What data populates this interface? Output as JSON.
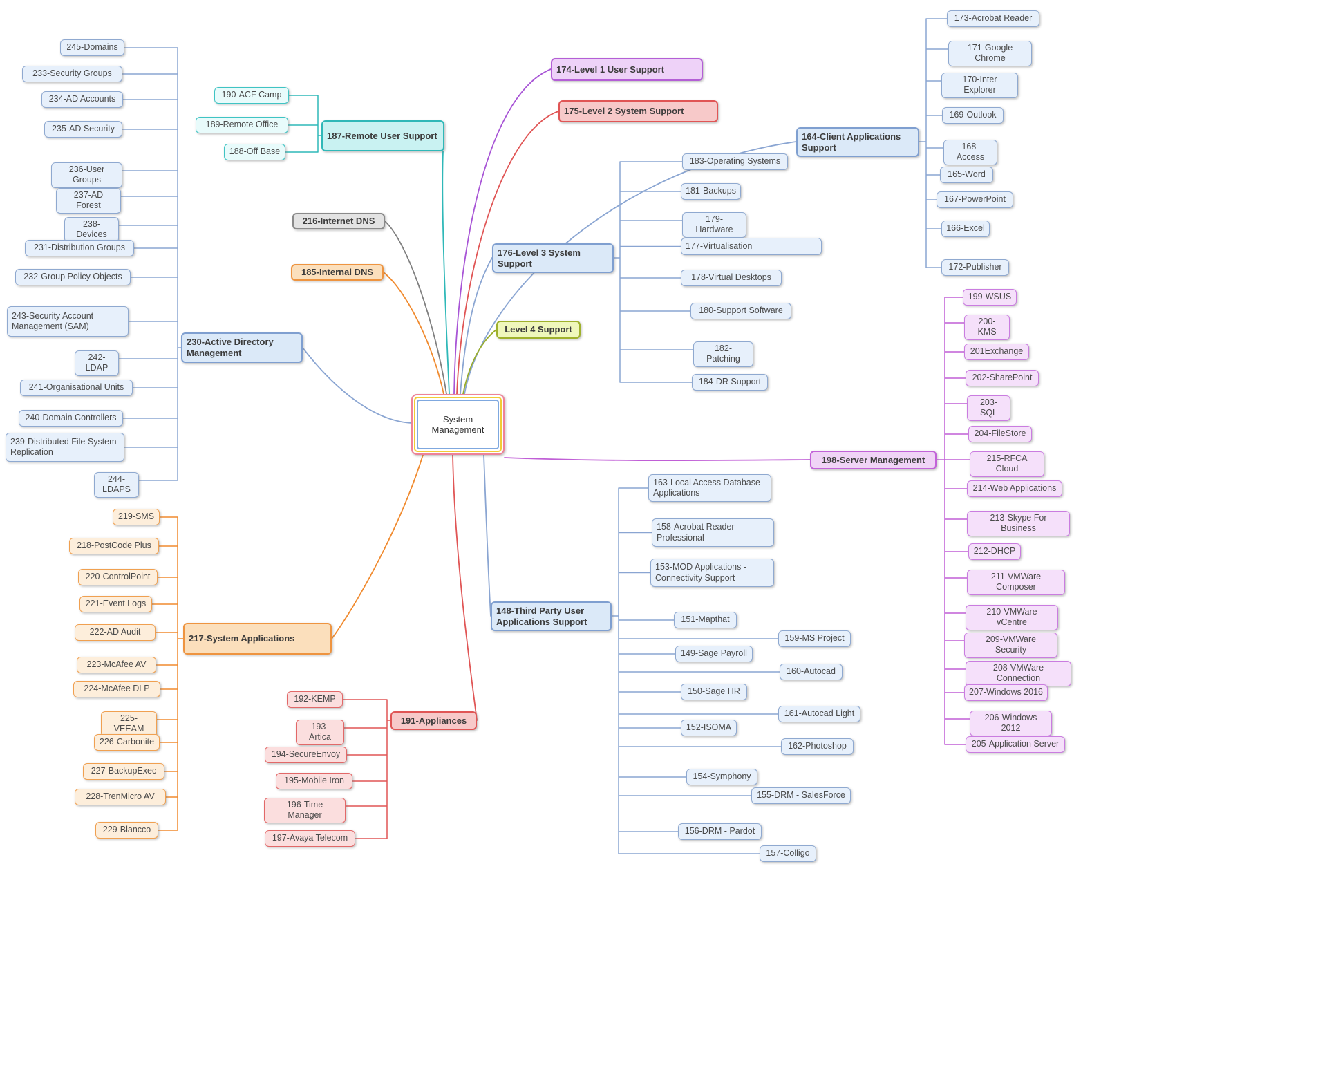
{
  "root": {
    "label": "System Management"
  },
  "colors": {
    "blue": "#8aa5d2",
    "teal": "#2fb8b8",
    "purple": "#a855d6",
    "red": "#e05555",
    "gray": "#808080",
    "orange": "#f08a2e",
    "lime": "#9aad2a",
    "magenta": "#c05fd6"
  },
  "branches": [
    {
      "id": "b187",
      "scheme": "teal",
      "label": "187-Remote User Support",
      "children": [
        {
          "id": "n190",
          "label": "190-ACF Camp"
        },
        {
          "id": "n189",
          "label": "189-Remote Office"
        },
        {
          "id": "n188",
          "label": "188-Off Base"
        }
      ]
    },
    {
      "id": "b174",
      "scheme": "purple",
      "label": "174-Level 1 User Support",
      "children": []
    },
    {
      "id": "b175",
      "scheme": "red",
      "label": "175-Level 2 System Support",
      "children": []
    },
    {
      "id": "b216",
      "scheme": "gray",
      "label": "216-Internet DNS",
      "children": []
    },
    {
      "id": "b185",
      "scheme": "orange",
      "label": "185-Internal DNS",
      "children": []
    },
    {
      "id": "b176",
      "scheme": "blue",
      "label": "176-Level 3 System Support",
      "children": [
        {
          "id": "n183",
          "label": "183-Operating Systems"
        },
        {
          "id": "n181",
          "label": "181-Backups"
        },
        {
          "id": "n179",
          "label": "179-Hardware"
        },
        {
          "id": "n177",
          "label": "177-Virtualisation"
        },
        {
          "id": "n178",
          "label": "178-Virtual Desktops"
        },
        {
          "id": "n180",
          "label": "180-Support Software"
        },
        {
          "id": "n182",
          "label": "182-Patching"
        },
        {
          "id": "n184",
          "label": "184-DR Support"
        }
      ]
    },
    {
      "id": "b164",
      "scheme": "blue",
      "label": "164-Client Applications Support",
      "children": [
        {
          "id": "n173",
          "label": "173-Acrobat Reader"
        },
        {
          "id": "n171",
          "label": "171-Google Chrome"
        },
        {
          "id": "n170",
          "label": "170-Inter Explorer"
        },
        {
          "id": "n169",
          "label": "169-Outlook"
        },
        {
          "id": "n168",
          "label": "168-Access"
        },
        {
          "id": "n165",
          "label": "165-Word"
        },
        {
          "id": "n167",
          "label": "167-PowerPoint"
        },
        {
          "id": "n166",
          "label": "166-Excel"
        },
        {
          "id": "n172",
          "label": "172-Publisher"
        }
      ]
    },
    {
      "id": "bL4",
      "scheme": "lime",
      "label": "Level 4 Support",
      "children": []
    },
    {
      "id": "b230",
      "scheme": "blue",
      "label": "230-Active Directory Management",
      "children": [
        {
          "id": "n245",
          "label": "245-Domains"
        },
        {
          "id": "n233",
          "label": "233-Security Groups"
        },
        {
          "id": "n234",
          "label": "234-AD Accounts"
        },
        {
          "id": "n235",
          "label": "235-AD Security"
        },
        {
          "id": "n236",
          "label": "236-User Groups"
        },
        {
          "id": "n237",
          "label": "237-AD Forest"
        },
        {
          "id": "n238",
          "label": "238-Devices"
        },
        {
          "id": "n231",
          "label": "231-Distribution Groups"
        },
        {
          "id": "n232",
          "label": "232-Group Policy Objects"
        },
        {
          "id": "n243",
          "label": "243-Security Account Management (SAM)"
        },
        {
          "id": "n242",
          "label": "242-LDAP"
        },
        {
          "id": "n241",
          "label": "241-Organisational Units"
        },
        {
          "id": "n240",
          "label": "240-Domain Controllers"
        },
        {
          "id": "n239",
          "label": "239-Distributed File System Replication"
        },
        {
          "id": "n244",
          "label": "244-LDAPS"
        }
      ]
    },
    {
      "id": "b198",
      "scheme": "magenta",
      "label": "198-Server Management",
      "children": [
        {
          "id": "n199",
          "label": "199-WSUS"
        },
        {
          "id": "n200",
          "label": "200-KMS"
        },
        {
          "id": "n201",
          "label": "201Exchange"
        },
        {
          "id": "n202",
          "label": "202-SharePoint"
        },
        {
          "id": "n203",
          "label": "203-SQL"
        },
        {
          "id": "n204",
          "label": "204-FileStore"
        },
        {
          "id": "n215",
          "label": "215-RFCA Cloud"
        },
        {
          "id": "n214",
          "label": "214-Web Applications"
        },
        {
          "id": "n213",
          "label": "213-Skype For Business"
        },
        {
          "id": "n212",
          "label": "212-DHCP"
        },
        {
          "id": "n211",
          "label": "211-VMWare Composer"
        },
        {
          "id": "n210",
          "label": "210-VMWare vCentre"
        },
        {
          "id": "n209",
          "label": "209-VMWare Security"
        },
        {
          "id": "n208",
          "label": "208-VMWare Connection"
        },
        {
          "id": "n207",
          "label": "207-Windows 2016"
        },
        {
          "id": "n206",
          "label": "206-Windows 2012"
        },
        {
          "id": "n205",
          "label": "205-Application Server"
        }
      ]
    },
    {
      "id": "b148",
      "scheme": "blue",
      "label": "148-Third Party User Applications Support",
      "children": [
        {
          "id": "n163",
          "label": "163-Local Access Database Applications"
        },
        {
          "id": "n158",
          "label": "158-Acrobat Reader Professional"
        },
        {
          "id": "n153",
          "label": "153-MOD Applications - Connectivity Support"
        },
        {
          "id": "n151",
          "label": "151-Mapthat"
        },
        {
          "id": "n159",
          "label": "159-MS Project"
        },
        {
          "id": "n149",
          "label": "149-Sage Payroll"
        },
        {
          "id": "n160",
          "label": "160-Autocad"
        },
        {
          "id": "n150",
          "label": "150-Sage HR"
        },
        {
          "id": "n161",
          "label": "161-Autocad Light"
        },
        {
          "id": "n152",
          "label": "152-ISOMA"
        },
        {
          "id": "n162",
          "label": "162-Photoshop"
        },
        {
          "id": "n154",
          "label": "154-Symphony"
        },
        {
          "id": "n155",
          "label": "155-DRM - SalesForce"
        },
        {
          "id": "n156",
          "label": "156-DRM - Pardot"
        },
        {
          "id": "n157",
          "label": "157-Colligo"
        }
      ]
    },
    {
      "id": "b217",
      "scheme": "orange",
      "label": "217-System Applications",
      "children": [
        {
          "id": "n219",
          "label": "219-SMS"
        },
        {
          "id": "n218",
          "label": "218-PostCode Plus"
        },
        {
          "id": "n220",
          "label": "220-ControlPoint"
        },
        {
          "id": "n221",
          "label": "221-Event Logs"
        },
        {
          "id": "n222",
          "label": "222-AD Audit"
        },
        {
          "id": "n223",
          "label": "223-McAfee AV"
        },
        {
          "id": "n224",
          "label": "224-McAfee DLP"
        },
        {
          "id": "n225",
          "label": "225-VEEAM"
        },
        {
          "id": "n226",
          "label": "226-Carbonite"
        },
        {
          "id": "n227",
          "label": "227-BackupExec"
        },
        {
          "id": "n228",
          "label": "228-TrenMicro AV"
        },
        {
          "id": "n229",
          "label": "229-Blancco"
        }
      ]
    },
    {
      "id": "b191",
      "scheme": "red",
      "label": "191-Appliances",
      "children": [
        {
          "id": "n192",
          "label": "192-KEMP"
        },
        {
          "id": "n193",
          "label": "193-Artica"
        },
        {
          "id": "n194",
          "label": "194-SecureEnvoy"
        },
        {
          "id": "n195",
          "label": "195-Mobile Iron"
        },
        {
          "id": "n196",
          "label": "196-Time Manager"
        },
        {
          "id": "n197",
          "label": "197-Avaya Telecom"
        }
      ]
    }
  ]
}
